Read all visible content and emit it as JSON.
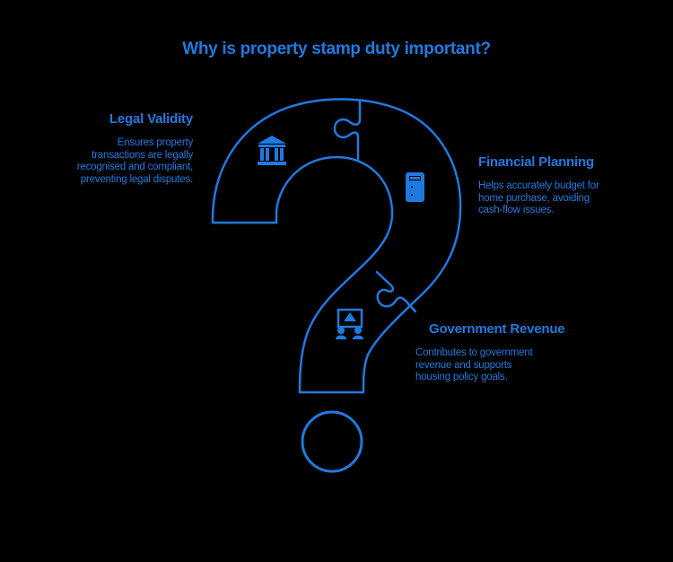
{
  "title": "Why is property stamp duty important?",
  "colors": {
    "accent": "#1f7ae0",
    "background": "#000000"
  },
  "sections": [
    {
      "id": "legal-validity",
      "heading": "Legal Validity",
      "description_lines": [
        "Ensures property",
        "transactions are legally",
        "recognised and compliant,",
        "preventing legal disputes."
      ],
      "icon": "bank-building-icon"
    },
    {
      "id": "financial-planning",
      "heading": "Financial Planning",
      "description_lines": [
        "Helps accurately budget for",
        "home purchase, avoiding",
        "cash-flow issues."
      ],
      "icon": "calculator-icon"
    },
    {
      "id": "government-revenue",
      "heading": "Government Revenue",
      "description_lines": [
        "Contributes to government",
        "revenue and supports",
        "housing policy goals."
      ],
      "icon": "government-people-icon"
    }
  ]
}
